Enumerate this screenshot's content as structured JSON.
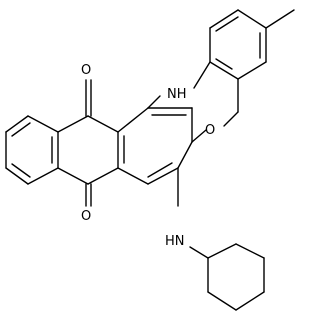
{
  "molecule": {
    "atoms": {
      "nh_top": "NH",
      "o_ring": "O",
      "o_ketone_top": "O",
      "o_ketone_bottom": "O",
      "nh_amine": "HN"
    }
  }
}
